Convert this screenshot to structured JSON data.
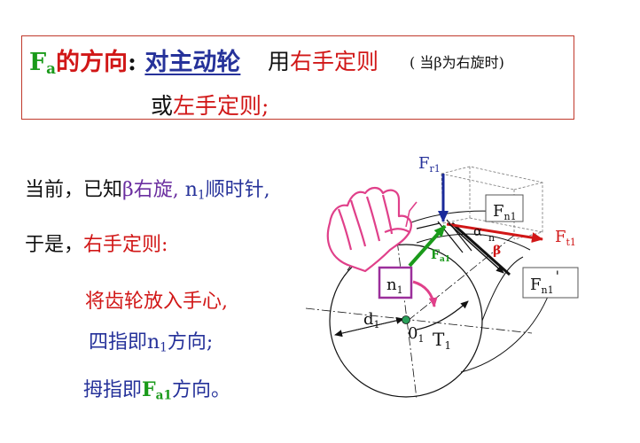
{
  "rule": {
    "f_symbol": "F",
    "f_sub": "a",
    "direction_label": "的方向",
    "colon": ":",
    "driver_label": "对主动轮",
    "use_label": "用",
    "right_hand_rule": "右手定则",
    "paren_note_pre": "( 当",
    "beta_symbol": "β",
    "paren_note_post": "为右旋时)",
    "or_label": "或",
    "left_hand_rule": "左手定则;"
  },
  "steps": {
    "current_pre": "当前，已知",
    "beta_right": "β右旋,",
    "n_symbol": "n",
    "n_sub": "1",
    "clockwise": "顺时针,",
    "so_label": "于是，",
    "right_hand_rule_colon": "右手定则:",
    "gear_in_palm": "将齿轮放入手心,",
    "four_fingers_pre": "四指即n",
    "four_fingers_sub": "1",
    "four_fingers_post": "方向;",
    "thumb_pre": "拇指即",
    "thumb_f": "F",
    "thumb_sub": "a1",
    "thumb_post": "方向。"
  },
  "diagram": {
    "fr1_main": "F",
    "fr1_sub": "r1",
    "fn1_main": "F",
    "fn1_sub": "n1",
    "ft1_main": "F",
    "ft1_sub": "t1",
    "fa1_main": "F",
    "fa1_sub": "a1",
    "fn1p_main": "F",
    "fn1p_sub": "n1",
    "fn1p_prime": "'",
    "n1_main": "n",
    "n1_sub": "1",
    "d1_main": "d",
    "d1_sub": "1",
    "o1_main": "0",
    "o1_sub": "1",
    "t1_main": "T",
    "t1_sub": "1",
    "alpha": "α",
    "n_letter": "n",
    "beta": "β"
  },
  "colors": {
    "green": "#1a9a1a",
    "red": "#d11717",
    "blue": "#26329a",
    "hand_pink": "#e0408a",
    "box_purple": "#9b2f9b",
    "arrow_blue": "#1a2a9a"
  }
}
